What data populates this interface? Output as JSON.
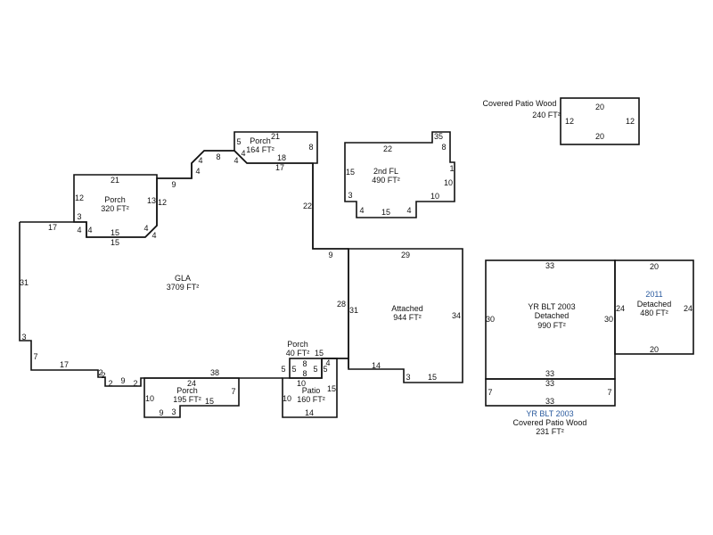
{
  "colors": {
    "line": "#111111",
    "year_label": "#2a5a9e"
  },
  "gla": {
    "name": "GLA",
    "area": "3709 FT²",
    "dims": [
      "17",
      "31",
      "3",
      "7",
      "17",
      "2",
      "2",
      "2",
      "9",
      "2",
      "38",
      "22",
      "9",
      "28",
      "9",
      "4",
      "4",
      "8",
      "4",
      "17",
      "4",
      "15"
    ]
  },
  "porch320": {
    "name": "Porch",
    "area": "320 FT²",
    "dims": [
      "21",
      "12",
      "3",
      "4",
      "15",
      "4",
      "4",
      "13",
      "12"
    ]
  },
  "porch164": {
    "name": "Porch",
    "area": "164 FT²",
    "dims": [
      "5",
      "21",
      "8",
      "4",
      "18"
    ]
  },
  "second_fl": {
    "name": "2nd FL",
    "area": "490 FT²",
    "dims": [
      "22",
      "35",
      "8",
      "1",
      "10",
      "10",
      "15",
      "3",
      "4",
      "15",
      "4"
    ]
  },
  "cov_patio240": {
    "name": "Covered Patio Wood",
    "area": "240 FT²",
    "dims": [
      "20",
      "12",
      "12",
      "20"
    ]
  },
  "attached": {
    "name": "Attached",
    "area": "944 FT²",
    "dims": [
      "29",
      "31",
      "34",
      "14",
      "3",
      "15"
    ]
  },
  "porch40": {
    "name": "Porch",
    "area": "40 FT²",
    "dims": [
      "15",
      "8",
      "5",
      "5",
      "8",
      "5",
      "5",
      "4"
    ]
  },
  "patio": {
    "name": "Patio",
    "area": "160 FT²",
    "dims": [
      "10",
      "10",
      "15",
      "14"
    ]
  },
  "porch195": {
    "name": "Porch",
    "area": "195 FT²",
    "dims": [
      "24",
      "15",
      "7",
      "10",
      "9",
      "3"
    ]
  },
  "detached990": {
    "year": "YR BLT 2003",
    "name": "Detached",
    "area": "990 FT²",
    "dims": [
      "33",
      "30",
      "30",
      "33"
    ]
  },
  "cov_patio231": {
    "year": "YR BLT 2003",
    "name": "Covered Patio Wood",
    "area": "231 FT²",
    "dims": [
      "33",
      "7",
      "7",
      "33"
    ]
  },
  "detached480": {
    "year": "2011",
    "name": "Detached",
    "area": "480 FT²",
    "dims": [
      "20",
      "24",
      "24",
      "20"
    ]
  }
}
